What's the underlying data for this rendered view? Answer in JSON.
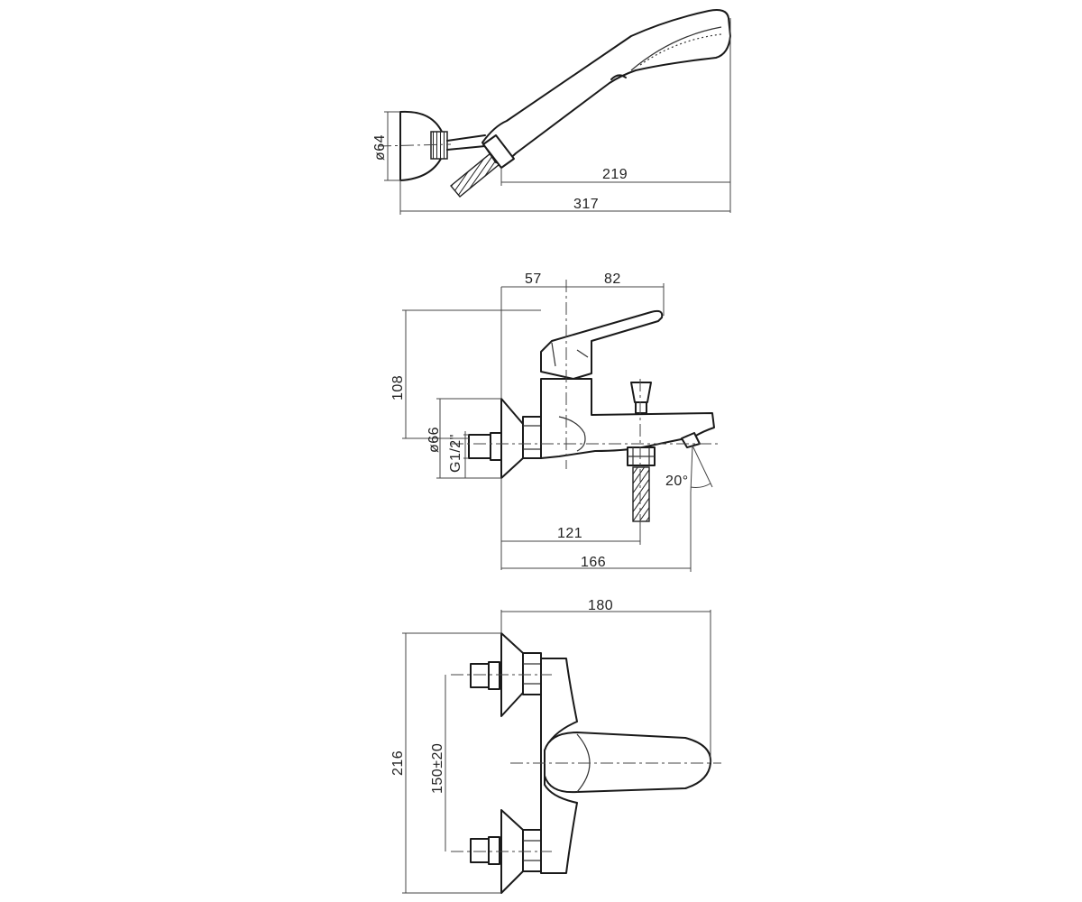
{
  "dimensions": {
    "handshower": {
      "holder_diameter": "ø64",
      "hand_shower_length": "219",
      "overall_length": "317"
    },
    "side_view": {
      "lever_depth": "57",
      "lever_length": "82",
      "height": "108",
      "flange_diameter": "ø66",
      "inlet_thread": "G1/2\"",
      "diverter_distance": "121",
      "spout_projection": "166",
      "spout_angle": "20°"
    },
    "top_view": {
      "width": "180",
      "height": "216",
      "inlet_centers": "150±20"
    }
  }
}
